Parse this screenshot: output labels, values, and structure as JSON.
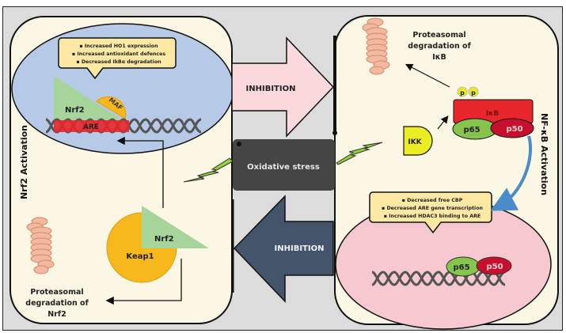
{
  "left_panel": {
    "side_label": "Nrf2 Activation",
    "bubble": {
      "items": [
        "Increased HO1 expression",
        "Increased antioxidant defences",
        "Decreased IkBα degradation"
      ]
    },
    "nucleus_proteins": {
      "nrf2": "Nrf2",
      "maf": "MAF",
      "are": "ARE"
    },
    "cytoplasm_proteins": {
      "nrf2": "Nrf2",
      "keap1": "Keap1"
    },
    "proteasome_caption": [
      "Proteasomal",
      "degradation of",
      "Nrf2"
    ]
  },
  "center": {
    "top_arrow_label": "INHIBITION",
    "bottom_arrow_label": "INHIBITION",
    "stress_box_label": "Oxidative stress"
  },
  "right_panel": {
    "side_label": "NF-κB Activation",
    "proteasome_caption": [
      "Proteasomal",
      "degradation of",
      "IκB"
    ],
    "complex": {
      "ikb": "IκB",
      "p65": "p65",
      "p50": "p50",
      "phospho": [
        "p",
        "p"
      ],
      "ikk": "IKK"
    },
    "bubble": {
      "items": [
        "Decreased free CBP",
        "Decreased ARE gene transcription",
        "Increased HDAC3 binding to ARE"
      ]
    },
    "nucleus_proteins": {
      "p65": "p65",
      "p50": "p50"
    }
  },
  "colors": {
    "cell_bg": "#fcf6e4",
    "nucleus_left": "#b6c9e6",
    "nucleus_right": "#f5c9cf",
    "bubble": "#fde8a4",
    "nrf2": "#a6d49a",
    "maf_keap1": "#f6b81a",
    "are_ikb": "#e8262b",
    "p65": "#86c44e",
    "p50": "#c8102e",
    "ikk": "#ecec22",
    "arrow_top": "#f9d9dc",
    "arrow_bottom": "#44546a",
    "stress_box": "#454545",
    "bolt": "#8ed33a",
    "proteasome": "#f2b9a0"
  }
}
